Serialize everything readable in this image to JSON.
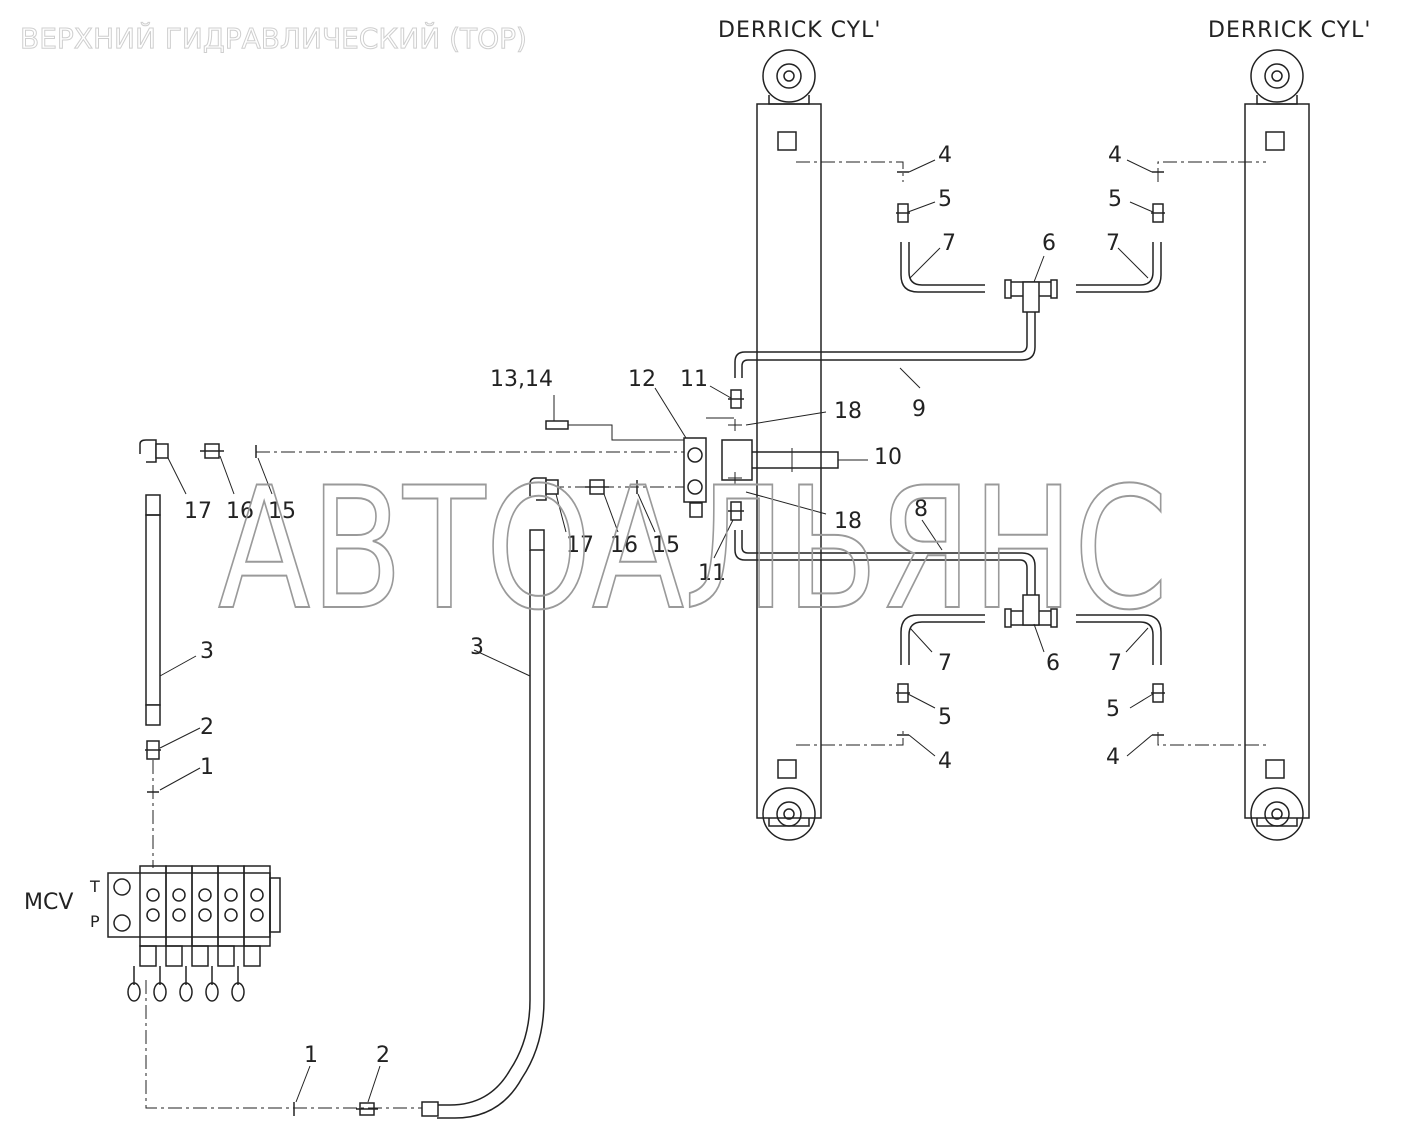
{
  "header": {
    "faint_title": "ВЕРХНИЙ ГИДРАВЛИЧЕСКИЙ (ТОР)",
    "cyl_left_title": "DERRICK CYL'",
    "cyl_right_title": "DERRICK CYL'"
  },
  "watermark": {
    "text": "АВТОАЛЬЯНС"
  },
  "valve": {
    "name": "MCV",
    "port_t": "T",
    "port_p": "P"
  },
  "labels": {
    "c4_top_l": "4",
    "c4_top_r": "4",
    "c5_top_l": "5",
    "c5_top_r": "5",
    "c7_top_l": "7",
    "c7_top_r": "7",
    "c6_top": "6",
    "c9": "9",
    "c11_top": "11",
    "c12": "12",
    "c13_14": "13,14",
    "c18_top": "18",
    "c10": "10",
    "c18_bot": "18",
    "c17_l": "17",
    "c16_l": "16",
    "c15_l": "15",
    "c17_m": "17",
    "c16_m": "16",
    "c15_m": "15",
    "c11_bot": "11",
    "c8": "8",
    "c7_bot_l": "7",
    "c6_bot": "6",
    "c7_bot_r": "7",
    "c5_bot_l": "5",
    "c5_bot_r": "5",
    "c4_bot_l": "4",
    "c4_bot_r": "4",
    "c3_l": "3",
    "c3_m": "3",
    "c2_l": "2",
    "c1_l": "1",
    "c1_b": "1",
    "c2_b": "2"
  }
}
